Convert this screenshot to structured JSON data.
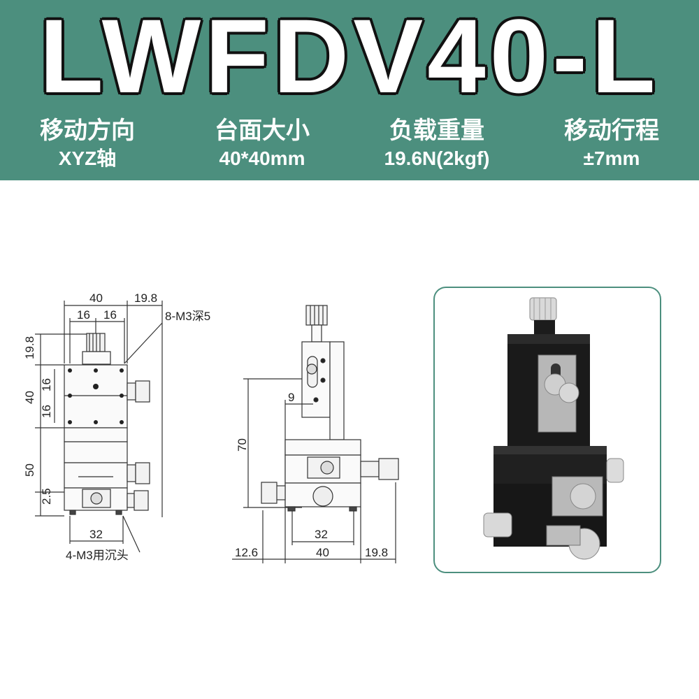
{
  "header": {
    "title": "LWFDV40-L",
    "specs": [
      {
        "label": "移动方向",
        "value": "XYZ轴"
      },
      {
        "label": "台面大小",
        "value": "40*40mm"
      },
      {
        "label": "负载重量",
        "value": "19.6N(2kgf)"
      },
      {
        "label": "移动行程",
        "value": "±7mm"
      }
    ]
  },
  "front_view": {
    "dim_width": "40",
    "dim_offset": "19.8",
    "dim_half_a": "16",
    "dim_half_b": "16",
    "hole_note": "8-M3深5",
    "dim_top": "19.8",
    "dim_16a": "16",
    "dim_40": "40",
    "dim_16b": "16",
    "dim_50": "50",
    "dim_25": "2.5",
    "dim_bottom": "32",
    "bottom_note": "4-M3用沉头"
  },
  "side_view": {
    "dim_9": "9",
    "dim_70": "70",
    "dim_32": "32",
    "dim_left": "12.6",
    "dim_mid": "40",
    "dim_right": "19.8"
  },
  "colors": {
    "banner": "#4c8f7e",
    "frame": "#4c8f7e"
  }
}
